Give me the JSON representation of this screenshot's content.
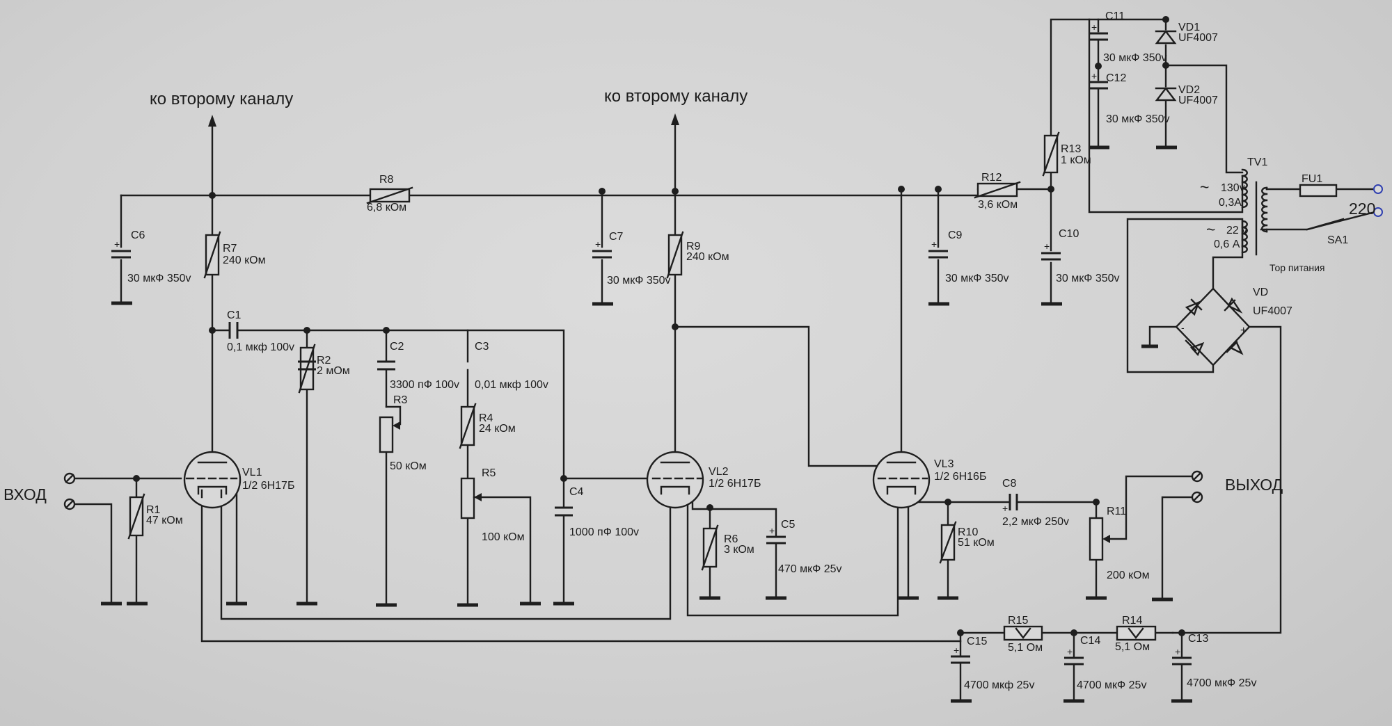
{
  "headings": {
    "ch2_left": "ко второму каналу",
    "ch2_right": "ко второму каналу"
  },
  "terminals": {
    "input": "ВХОД",
    "output": "ВЫХОД",
    "mains": "220"
  },
  "tubes": {
    "vl1": {
      "ref": "VL1",
      "type": "1/2 6Н17Б"
    },
    "vl2": {
      "ref": "VL2",
      "type": "1/2 6Н17Б"
    },
    "vl3": {
      "ref": "VL3",
      "type": "1/2 6Н16Б"
    }
  },
  "resistors": {
    "r1": {
      "ref": "R1",
      "value": "47 кОм"
    },
    "r2": {
      "ref": "R2",
      "value": "2 мОм"
    },
    "r3": {
      "ref": "R3",
      "value": "50 кОм"
    },
    "r4": {
      "ref": "R4",
      "value": "24 кОм"
    },
    "r5": {
      "ref": "R5",
      "value": "100 кОм"
    },
    "r6": {
      "ref": "R6",
      "value": "3 кОм"
    },
    "r7": {
      "ref": "R7",
      "value": "240 кОм"
    },
    "r8": {
      "ref": "R8",
      "value": "6,8 кОм"
    },
    "r9": {
      "ref": "R9",
      "value": "240 кОм"
    },
    "r10": {
      "ref": "R10",
      "value": "51 кОм"
    },
    "r11": {
      "ref": "R11",
      "value": "200 кОм"
    },
    "r12": {
      "ref": "R12",
      "value": "3,6 кОм"
    },
    "r13": {
      "ref": "R13",
      "value": "1 кОм"
    },
    "r14": {
      "ref": "R14",
      "value": "5,1 Ом"
    },
    "r15": {
      "ref": "R15",
      "value": "5,1 Ом"
    }
  },
  "capacitors": {
    "c1": {
      "ref": "C1",
      "value": "0,1 мкф 100v"
    },
    "c2": {
      "ref": "C2",
      "value": "3300 пФ 100v"
    },
    "c3": {
      "ref": "C3",
      "value": "0,01 мкф 100v"
    },
    "c4": {
      "ref": "C4",
      "value": "1000 пФ 100v"
    },
    "c5": {
      "ref": "C5",
      "value": "470 мкФ 25v"
    },
    "c6": {
      "ref": "C6",
      "value": "30 мкФ 350v"
    },
    "c7": {
      "ref": "C7",
      "value": "30 мкФ 350v"
    },
    "c8": {
      "ref": "C8",
      "value": "2,2 мкФ 250v"
    },
    "c9": {
      "ref": "C9",
      "value": "30 мкФ 350v"
    },
    "c10": {
      "ref": "C10",
      "value": "30 мкФ 350v"
    },
    "c11": {
      "ref": "C11",
      "value": "30 мкФ 350v"
    },
    "c12": {
      "ref": "C12",
      "value": "30 мкФ 350v"
    },
    "c13": {
      "ref": "C13",
      "value": "4700 мкФ 25v"
    },
    "c14": {
      "ref": "C14",
      "value": "4700 мкФ 25v"
    },
    "c15": {
      "ref": "C15",
      "value": "4700 мкф 25v"
    }
  },
  "diodes": {
    "vd1": {
      "ref": "VD1",
      "type": "UF4007"
    },
    "vd2": {
      "ref": "VD2",
      "type": "UF4007"
    },
    "vd": {
      "ref": "VD",
      "type": "UF4007"
    }
  },
  "transformer": {
    "ref": "TV1",
    "hv_volt": "130v",
    "hv_amp": "0,3А",
    "lv_volt": "22 v",
    "lv_amp": "0,6 А",
    "name": "Тор питания",
    "tilde": "~"
  },
  "mains": {
    "fuse": "FU1",
    "switch": "SA1"
  },
  "signs": {
    "plus": "+",
    "minus": "-"
  }
}
